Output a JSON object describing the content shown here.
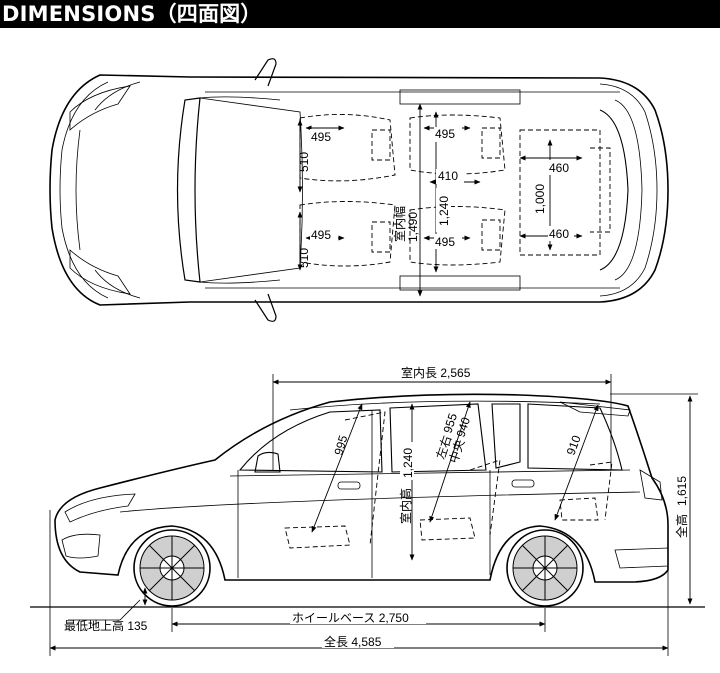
{
  "header": {
    "title": "DIMENSIONS（四面図）"
  },
  "top_view": {
    "front_seat_width_upper": "495",
    "front_seat_depth_upper": "510",
    "front_seat_width_lower": "495",
    "front_seat_depth_lower": "510",
    "second_row_width_upper": "495",
    "second_row_center": "410",
    "second_row_width_lower": "495",
    "center_length": "1,240",
    "interior_width_label": "室内幅",
    "interior_width_value": "1,490",
    "third_row_width_upper": "460",
    "third_row_length": "1,000",
    "third_row_width_lower": "460"
  },
  "side_view": {
    "interior_length": "室内長 2,565",
    "front_headroom": "995",
    "interior_height_label": "室内高",
    "interior_height_value": "1,240",
    "second_headroom_lr_label": "左右",
    "second_headroom_lr_value": "955",
    "second_headroom_center_label": "中央",
    "second_headroom_center_value": "940",
    "third_headroom": "910",
    "overall_height_label": "全高",
    "overall_height_value": "1,615",
    "ground_clearance": "最低地上高 135",
    "wheelbase": "ホイールベース 2,750",
    "overall_length": "全長 4,585"
  }
}
